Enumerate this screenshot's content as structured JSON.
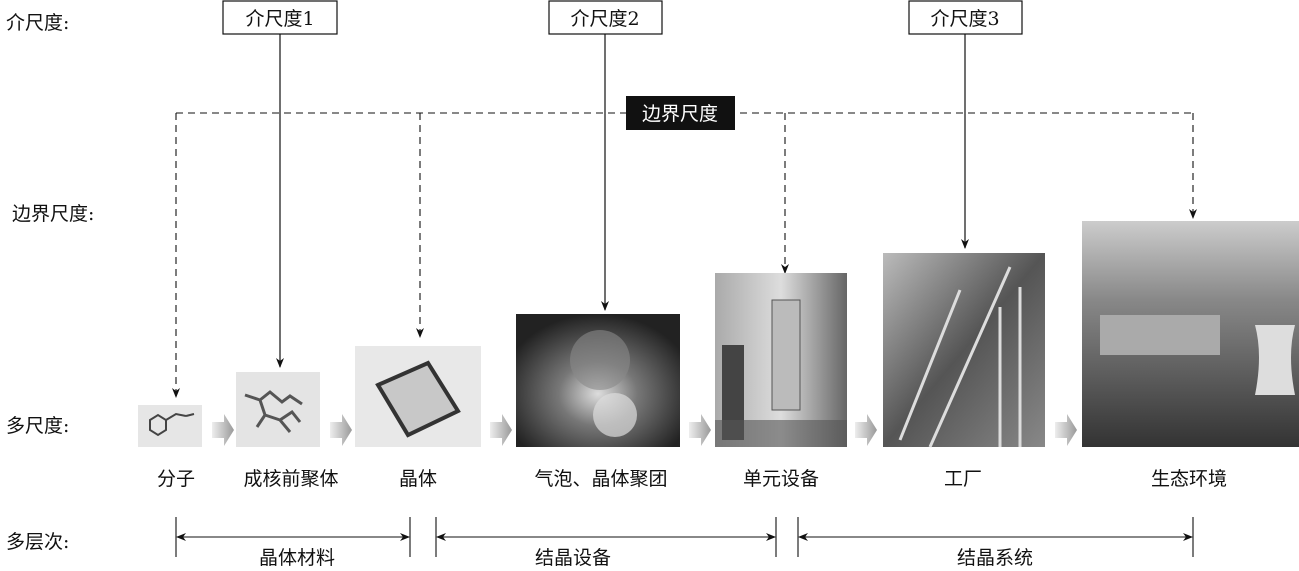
{
  "row_labels": {
    "meso": "介尺度:",
    "boundary": "边界尺度:",
    "multiscale": "多尺度:",
    "multilevel": "多层次:"
  },
  "meso_boxes": [
    "介尺度1",
    "介尺度2",
    "介尺度3"
  ],
  "boundary_label": "边界尺度",
  "stages": [
    "分子",
    "成核前聚体",
    "晶体",
    "气泡、晶体聚团",
    "单元设备",
    "工厂",
    "生态环境"
  ],
  "levels": [
    "晶体材料",
    "结晶设备",
    "结晶系统"
  ],
  "colors": {
    "line": "#111111",
    "boundary_bg": "#111111",
    "arrow_gray": "#aaaaaa"
  }
}
